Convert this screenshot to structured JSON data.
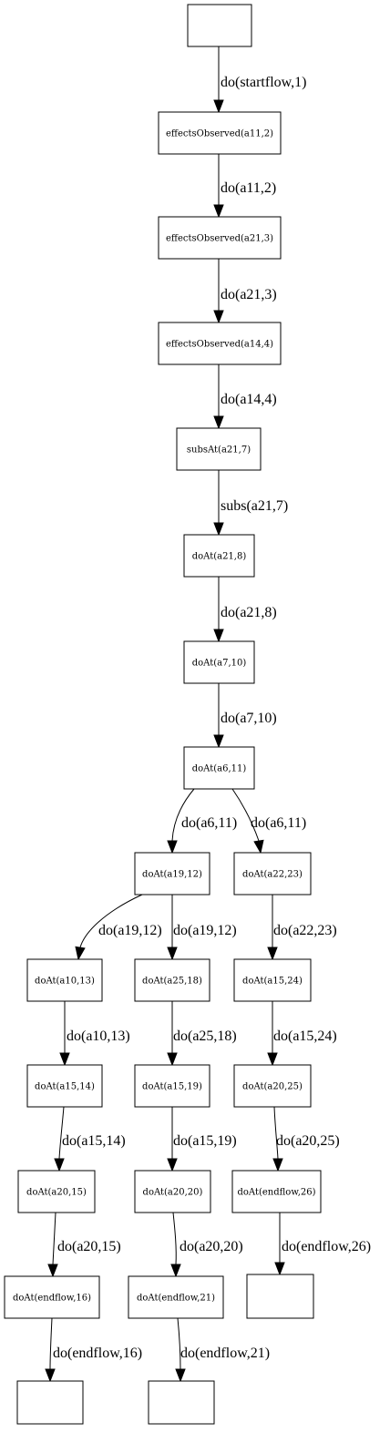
{
  "diagram": {
    "nodes": [
      {
        "id": "n0",
        "label": ""
      },
      {
        "id": "n1",
        "label": "effectsObserved(a11,2)"
      },
      {
        "id": "n2",
        "label": "effectsObserved(a21,3)"
      },
      {
        "id": "n3",
        "label": "effectsObserved(a14,4)"
      },
      {
        "id": "n4",
        "label": "subsAt(a21,7)"
      },
      {
        "id": "n5",
        "label": "doAt(a21,8)"
      },
      {
        "id": "n6",
        "label": "doAt(a7,10)"
      },
      {
        "id": "n7",
        "label": "doAt(a6,11)"
      },
      {
        "id": "n8",
        "label": "doAt(a19,12)"
      },
      {
        "id": "n9",
        "label": "doAt(a22,23)"
      },
      {
        "id": "n10",
        "label": "doAt(a10,13)"
      },
      {
        "id": "n11",
        "label": "doAt(a25,18)"
      },
      {
        "id": "n12",
        "label": "doAt(a15,24)"
      },
      {
        "id": "n13",
        "label": "doAt(a15,14)"
      },
      {
        "id": "n14",
        "label": "doAt(a15,19)"
      },
      {
        "id": "n15",
        "label": "doAt(a20,25)"
      },
      {
        "id": "n16",
        "label": "doAt(a20,15)"
      },
      {
        "id": "n17",
        "label": "doAt(a20,20)"
      },
      {
        "id": "n18",
        "label": "doAt(endflow,26)"
      },
      {
        "id": "n19",
        "label": "doAt(endflow,16)"
      },
      {
        "id": "n20",
        "label": "doAt(endflow,21)"
      },
      {
        "id": "n21",
        "label": ""
      },
      {
        "id": "n22",
        "label": ""
      },
      {
        "id": "n23",
        "label": ""
      }
    ],
    "edges": [
      {
        "from": "n0",
        "to": "n1",
        "label": "do(startflow,1)"
      },
      {
        "from": "n1",
        "to": "n2",
        "label": "do(a11,2)"
      },
      {
        "from": "n2",
        "to": "n3",
        "label": "do(a21,3)"
      },
      {
        "from": "n3",
        "to": "n4",
        "label": "do(a14,4)"
      },
      {
        "from": "n4",
        "to": "n5",
        "label": "subs(a21,7)"
      },
      {
        "from": "n5",
        "to": "n6",
        "label": "do(a21,8)"
      },
      {
        "from": "n6",
        "to": "n7",
        "label": "do(a7,10)"
      },
      {
        "from": "n7",
        "to": "n8",
        "label": "do(a6,11)"
      },
      {
        "from": "n7",
        "to": "n9",
        "label": "do(a6,11)"
      },
      {
        "from": "n8",
        "to": "n10",
        "label": "do(a19,12)"
      },
      {
        "from": "n8",
        "to": "n11",
        "label": "do(a19,12)"
      },
      {
        "from": "n9",
        "to": "n12",
        "label": "do(a22,23)"
      },
      {
        "from": "n10",
        "to": "n13",
        "label": "do(a10,13)"
      },
      {
        "from": "n11",
        "to": "n14",
        "label": "do(a25,18)"
      },
      {
        "from": "n12",
        "to": "n15",
        "label": "do(a15,24)"
      },
      {
        "from": "n13",
        "to": "n16",
        "label": "do(a15,14)"
      },
      {
        "from": "n14",
        "to": "n17",
        "label": "do(a15,19)"
      },
      {
        "from": "n15",
        "to": "n18",
        "label": "do(a20,25)"
      },
      {
        "from": "n16",
        "to": "n19",
        "label": "do(a20,15)"
      },
      {
        "from": "n17",
        "to": "n20",
        "label": "do(a20,20)"
      },
      {
        "from": "n18",
        "to": "n21",
        "label": "do(endflow,26)"
      },
      {
        "from": "n19",
        "to": "n22",
        "label": "do(endflow,16)"
      },
      {
        "from": "n20",
        "to": "n23",
        "label": "do(endflow,21)"
      }
    ]
  }
}
